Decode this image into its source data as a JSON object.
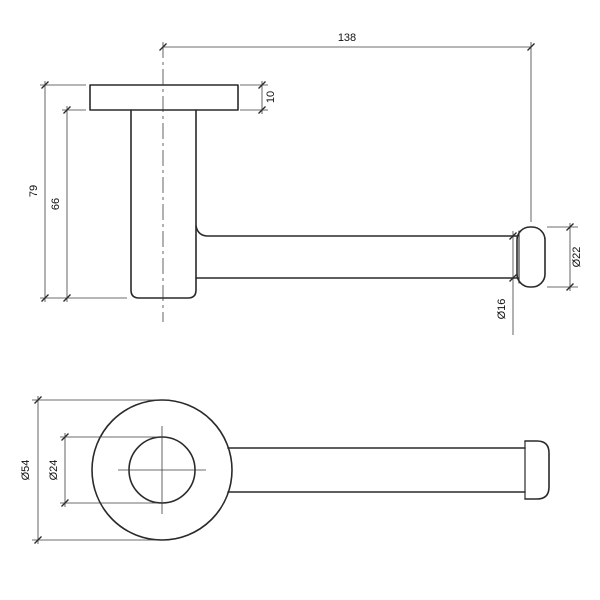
{
  "drawing": {
    "background": "#ffffff",
    "line_color": "#2a2a2a",
    "views": {
      "side": {
        "name": "side-elevation",
        "dims": {
          "arm_length": "138",
          "flange_thickness": "10",
          "overall_height": "79",
          "post_height": "66",
          "end_cap_diameter": "Ø22",
          "arm_diameter": "Ø16"
        }
      },
      "front": {
        "name": "front-view",
        "dims": {
          "flange_diameter": "Ø54",
          "hub_diameter": "Ø24"
        }
      }
    }
  }
}
